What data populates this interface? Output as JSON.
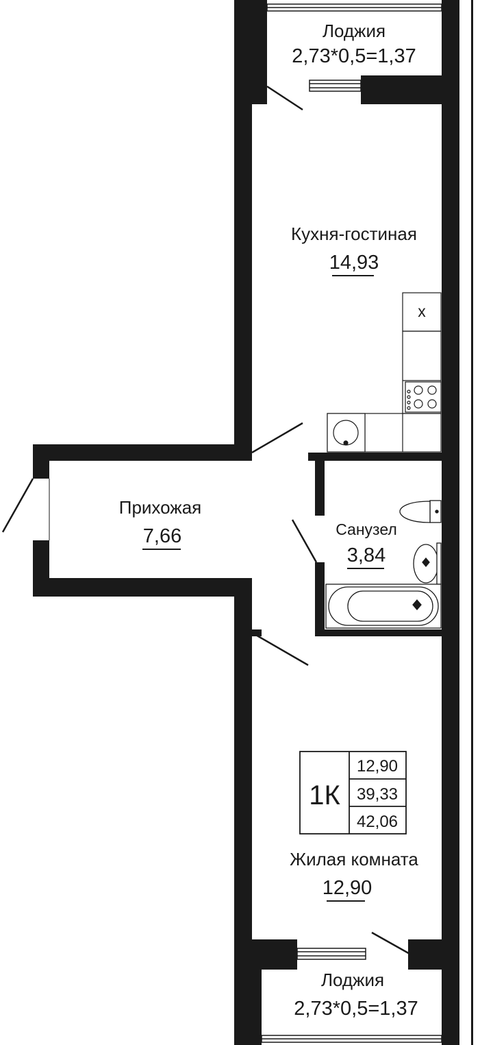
{
  "rooms": {
    "loggia_top": {
      "name": "Лоджия",
      "area": "2,73*0,5=1,37"
    },
    "kitchen": {
      "name": "Кухня-гостиная",
      "area": "14,93"
    },
    "hallway": {
      "name": "Прихожая",
      "area": "7,66"
    },
    "bathroom": {
      "name": "Санузел",
      "area": "3,84"
    },
    "living_room": {
      "name": "Жилая комната",
      "area": "12,90"
    },
    "loggia_bottom": {
      "name": "Лоджия",
      "area": "2,73*0,5=1,37"
    }
  },
  "summary": {
    "type": "1К",
    "living_area": "12,90",
    "total_area": "39,33",
    "total_with_loggia": "42,06"
  },
  "fixtures": {
    "hood_mark": "x"
  },
  "colors": {
    "wall": "#1a1a1a",
    "background": "#ffffff",
    "line": "#1a1a1a"
  }
}
